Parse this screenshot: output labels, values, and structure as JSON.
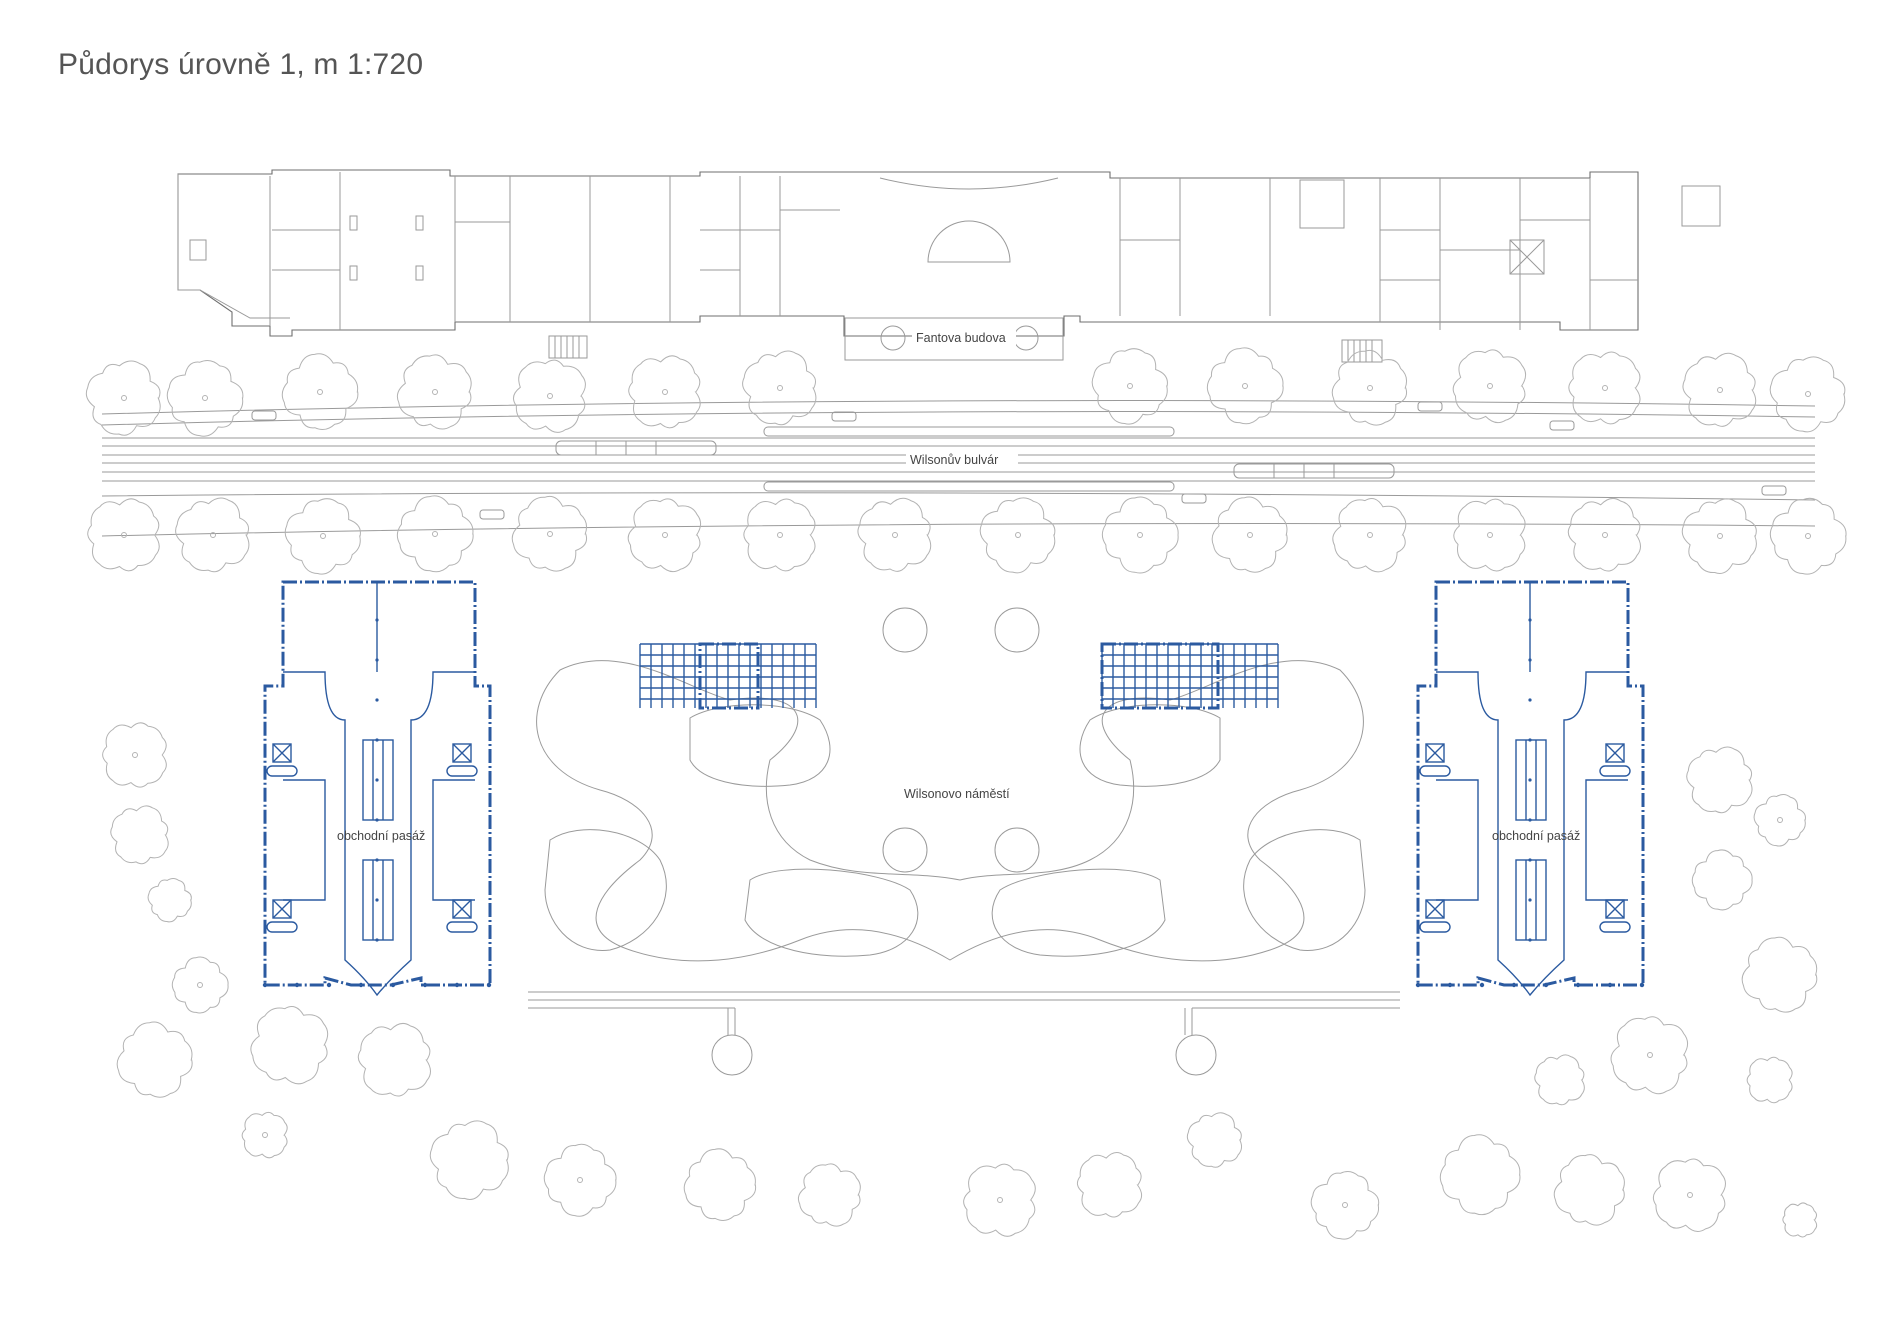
{
  "title": "Půdorys úrovně 1, m 1:720",
  "labels": {
    "fantova_budova": "Fantova budova",
    "wilsonuv_bulvar": "Wilsonův bulvár",
    "wilsonovo_namesti": "Wilsonovo náměstí",
    "obchodni_pasaz_left": "obchodní pasáž",
    "obchodni_pasaz_right": "obchodní pasáž"
  },
  "colors": {
    "line": "#9a9a9a",
    "tree": "#b3b3b3",
    "accent_blue": "#2b5aa0",
    "text": "#444444"
  }
}
